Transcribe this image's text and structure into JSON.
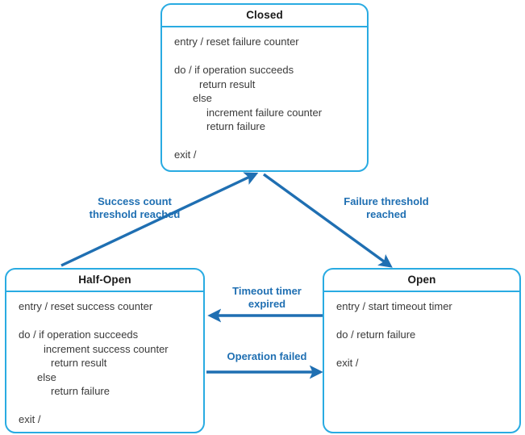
{
  "diagram": {
    "title": "Circuit Breaker state diagram",
    "colors": {
      "box_border": "#29ABE2",
      "arrow": "#1F6FB2",
      "label_text": "#1F6FB2",
      "body_text": "#3A3A3A",
      "title_text": "#1A1A1A",
      "background": "#FFFFFF"
    },
    "states": [
      {
        "id": "closed",
        "title": "Closed",
        "lines": [
          {
            "text": "entry / reset failure counter",
            "indent": 0
          },
          {
            "text": "",
            "indent": 0
          },
          {
            "text": "do / if operation succeeds",
            "indent": 0
          },
          {
            "text": "return result",
            "indent": 1
          },
          {
            "text": "else",
            "indent": 2
          },
          {
            "text": "increment failure counter",
            "indent": 3
          },
          {
            "text": "return failure",
            "indent": 3
          },
          {
            "text": "",
            "indent": 0
          },
          {
            "text": "exit /",
            "indent": 0
          }
        ]
      },
      {
        "id": "halfopen",
        "title": "Half-Open",
        "lines": [
          {
            "text": "entry / reset success counter",
            "indent": 0
          },
          {
            "text": "",
            "indent": 0
          },
          {
            "text": "do / if operation succeeds",
            "indent": 0
          },
          {
            "text": "increment success counter",
            "indent": 1
          },
          {
            "text": "return result",
            "indent": 3
          },
          {
            "text": "else",
            "indent": 2
          },
          {
            "text": "return failure",
            "indent": 3
          },
          {
            "text": "",
            "indent": 0
          },
          {
            "text": "exit /",
            "indent": 0
          }
        ]
      },
      {
        "id": "open",
        "title": "Open",
        "lines": [
          {
            "text": "entry / start timeout timer",
            "indent": 0
          },
          {
            "text": "",
            "indent": 0
          },
          {
            "text": "do / return failure",
            "indent": 0
          },
          {
            "text": "",
            "indent": 0
          },
          {
            "text": "exit /",
            "indent": 0
          }
        ]
      }
    ],
    "transitions": [
      {
        "id": "success-count-threshold-reached",
        "label": "Success count\nthreshold reached",
        "from": "halfopen",
        "to": "closed"
      },
      {
        "id": "failure-threshold-reached",
        "label": "Failure threshold\nreached",
        "from": "closed",
        "to": "open"
      },
      {
        "id": "timeout-timer-expired",
        "label": "Timeout timer\nexpired",
        "from": "open",
        "to": "halfopen"
      },
      {
        "id": "operation-failed",
        "label": "Operation failed",
        "from": "halfopen",
        "to": "open"
      }
    ]
  }
}
